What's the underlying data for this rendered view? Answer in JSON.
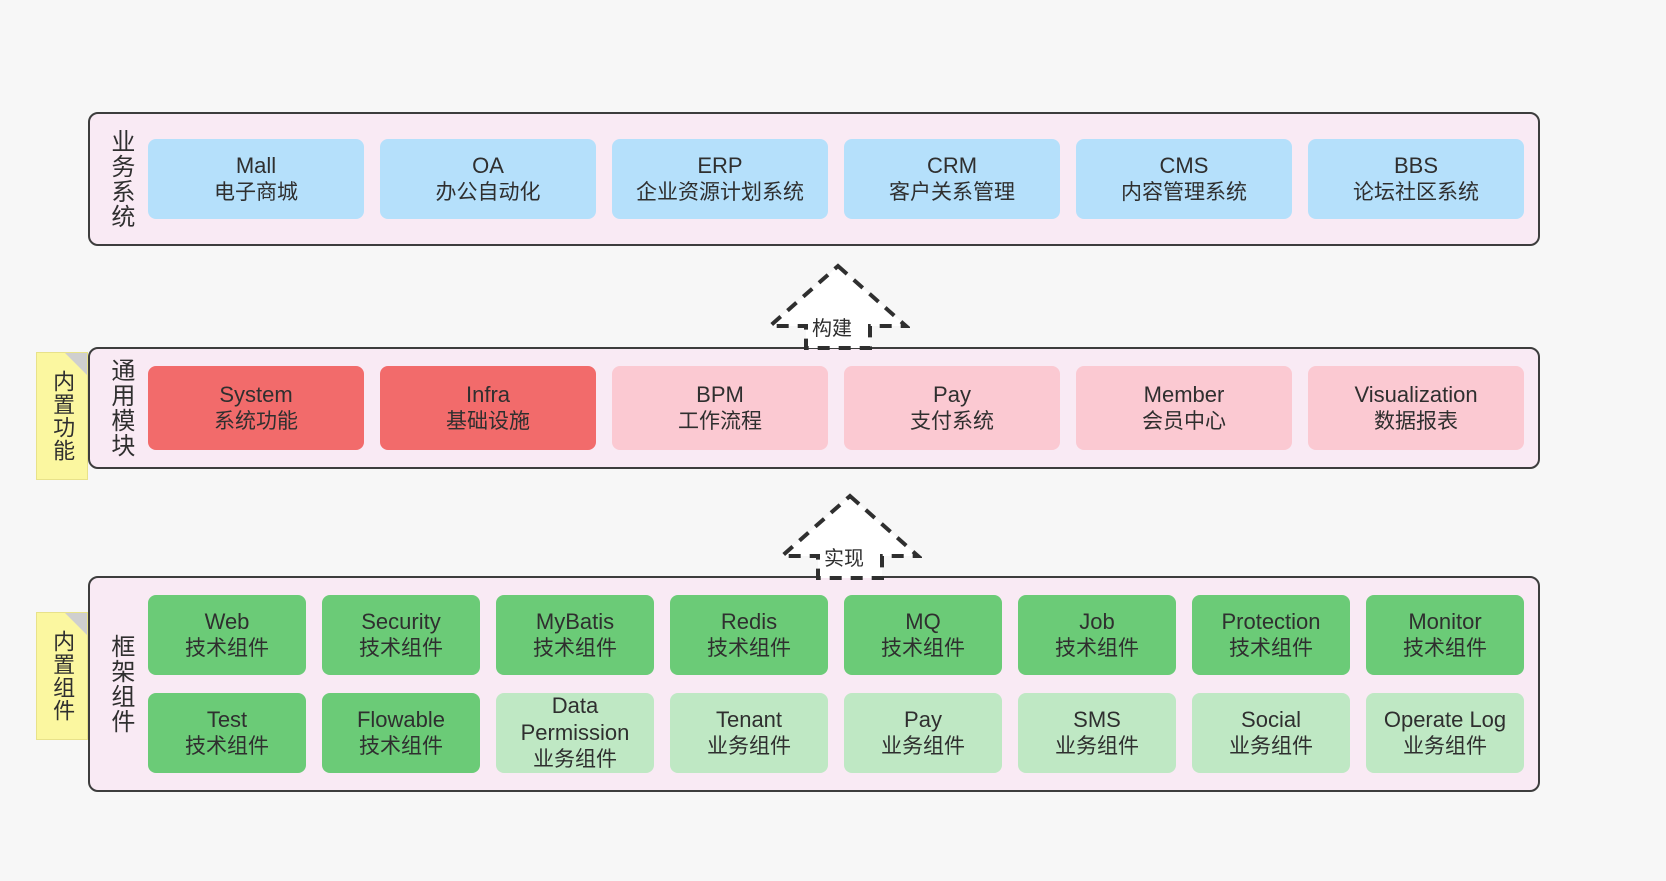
{
  "canvas": {
    "background": "#f7f7f7",
    "panel_fill": "#f9eaf4",
    "panel_border": "#3d3d3d",
    "note_fill": "#fbf7a0"
  },
  "layers": [
    {
      "id": "business-systems",
      "title": "业务系统",
      "rows": [
        {
          "boxes": [
            {
              "name": "mall",
              "color_class": "blue",
              "color": "#b5e0fb",
              "title": "Mall",
              "subtitle": "电子商城"
            },
            {
              "name": "oa",
              "color_class": "blue",
              "color": "#b5e0fb",
              "title": "OA",
              "subtitle": "办公自动化"
            },
            {
              "name": "erp",
              "color_class": "blue",
              "color": "#b5e0fb",
              "title": "ERP",
              "subtitle": "企业资源计划系统"
            },
            {
              "name": "crm",
              "color_class": "blue",
              "color": "#b5e0fb",
              "title": "CRM",
              "subtitle": "客户关系管理"
            },
            {
              "name": "cms",
              "color_class": "blue",
              "color": "#b5e0fb",
              "title": "CMS",
              "subtitle": "内容管理系统"
            },
            {
              "name": "bbs",
              "color_class": "blue",
              "color": "#b5e0fb",
              "title": "BBS",
              "subtitle": "论坛社区系统"
            }
          ]
        }
      ]
    },
    {
      "id": "common-modules",
      "title": "通用模块",
      "note": "内置功能",
      "rows": [
        {
          "boxes": [
            {
              "name": "system",
              "color_class": "red",
              "color": "#f26b6b",
              "title": "System",
              "subtitle": "系统功能"
            },
            {
              "name": "infra",
              "color_class": "red",
              "color": "#f26b6b",
              "title": "Infra",
              "subtitle": "基础设施"
            },
            {
              "name": "bpm",
              "color_class": "pink",
              "color": "#fbc9d2",
              "title": "BPM",
              "subtitle": "工作流程"
            },
            {
              "name": "pay",
              "color_class": "pink",
              "color": "#fbc9d2",
              "title": "Pay",
              "subtitle": "支付系统"
            },
            {
              "name": "member",
              "color_class": "pink",
              "color": "#fbc9d2",
              "title": "Member",
              "subtitle": "会员中心"
            },
            {
              "name": "visualization",
              "color_class": "pink",
              "color": "#fbc9d2",
              "title": "Visualization",
              "subtitle": "数据报表"
            }
          ]
        }
      ]
    },
    {
      "id": "framework-components",
      "title": "框架组件",
      "note": "内置组件",
      "rows": [
        {
          "boxes": [
            {
              "name": "web",
              "color_class": "green",
              "color": "#6bcb77",
              "title": "Web",
              "subtitle": "技术组件"
            },
            {
              "name": "security",
              "color_class": "green",
              "color": "#6bcb77",
              "title": "Security",
              "subtitle": "技术组件"
            },
            {
              "name": "mybatis",
              "color_class": "green",
              "color": "#6bcb77",
              "title": "MyBatis",
              "subtitle": "技术组件"
            },
            {
              "name": "redis",
              "color_class": "green",
              "color": "#6bcb77",
              "title": "Redis",
              "subtitle": "技术组件"
            },
            {
              "name": "mq",
              "color_class": "green",
              "color": "#6bcb77",
              "title": "MQ",
              "subtitle": "技术组件"
            },
            {
              "name": "job",
              "color_class": "green",
              "color": "#6bcb77",
              "title": "Job",
              "subtitle": "技术组件"
            },
            {
              "name": "protection",
              "color_class": "green",
              "color": "#6bcb77",
              "title": "Protection",
              "subtitle": "技术组件"
            },
            {
              "name": "monitor",
              "color_class": "green",
              "color": "#6bcb77",
              "title": "Monitor",
              "subtitle": "技术组件"
            }
          ]
        },
        {
          "boxes": [
            {
              "name": "test",
              "color_class": "green",
              "color": "#6bcb77",
              "title": "Test",
              "subtitle": "技术组件"
            },
            {
              "name": "flowable",
              "color_class": "green",
              "color": "#6bcb77",
              "title": "Flowable",
              "subtitle": "技术组件"
            },
            {
              "name": "data-permission",
              "color_class": "lightgreen",
              "color": "#bfe8c4",
              "title": "Data Permission",
              "subtitle": "业务组件"
            },
            {
              "name": "tenant",
              "color_class": "lightgreen",
              "color": "#bfe8c4",
              "title": "Tenant",
              "subtitle": "业务组件"
            },
            {
              "name": "pay",
              "color_class": "lightgreen",
              "color": "#bfe8c4",
              "title": "Pay",
              "subtitle": "业务组件"
            },
            {
              "name": "sms",
              "color_class": "lightgreen",
              "color": "#bfe8c4",
              "title": "SMS",
              "subtitle": "业务组件"
            },
            {
              "name": "social",
              "color_class": "lightgreen",
              "color": "#bfe8c4",
              "title": "Social",
              "subtitle": "业务组件"
            },
            {
              "name": "operate-log",
              "color_class": "lightgreen",
              "color": "#bfe8c4",
              "title": "Operate Log",
              "subtitle": "业务组件"
            }
          ]
        }
      ]
    }
  ],
  "connectors": [
    {
      "name": "build-arrow",
      "label": "构建",
      "direction": "up",
      "style": "dashed-hollow"
    },
    {
      "name": "implement-arrow",
      "label": "实现",
      "direction": "up",
      "style": "dashed-hollow"
    }
  ]
}
